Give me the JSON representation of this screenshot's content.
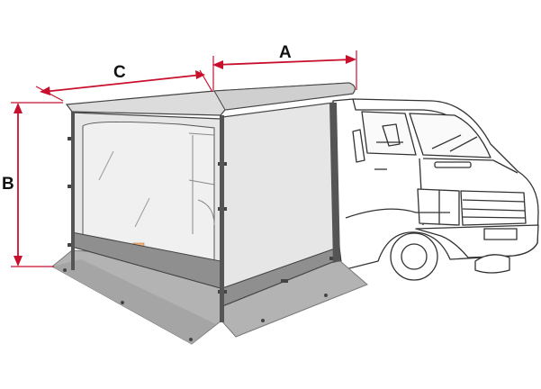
{
  "dimensions": {
    "a": {
      "label": "A"
    },
    "b": {
      "label": "B"
    },
    "c": {
      "label": "C"
    }
  },
  "colors": {
    "dimension": "#c8102e",
    "outline": "#333333",
    "mesh": "#e6e6e6",
    "ground": "#b3b3b3",
    "skirt": "#8f8f8f",
    "vehicle_fill": "#ffffff"
  }
}
